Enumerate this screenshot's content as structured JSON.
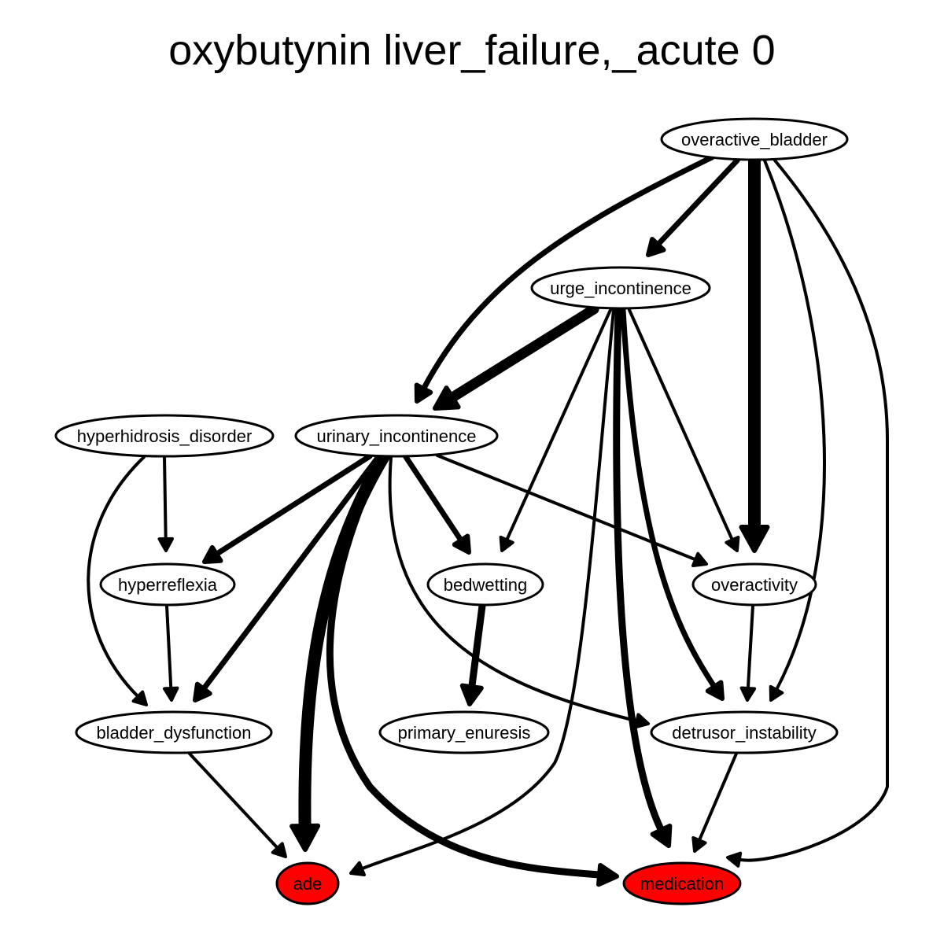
{
  "title": "oxybutynin liver_failure,_acute 0",
  "colors": {
    "node_fill": "#ffffff",
    "highlight_fill": "#ff0000",
    "edge": "#000000"
  },
  "nodes": [
    {
      "id": "overactive_bladder",
      "label": "overactive_bladder",
      "highlight": false
    },
    {
      "id": "urge_incontinence",
      "label": "urge_incontinence",
      "highlight": false
    },
    {
      "id": "hyperhidrosis_disorder",
      "label": "hyperhidrosis_disorder",
      "highlight": false
    },
    {
      "id": "urinary_incontinence",
      "label": "urinary_incontinence",
      "highlight": false
    },
    {
      "id": "hyperreflexia",
      "label": "hyperreflexia",
      "highlight": false
    },
    {
      "id": "bedwetting",
      "label": "bedwetting",
      "highlight": false
    },
    {
      "id": "overactivity",
      "label": "overactivity",
      "highlight": false
    },
    {
      "id": "bladder_dysfunction",
      "label": "bladder_dysfunction",
      "highlight": false
    },
    {
      "id": "primary_enuresis",
      "label": "primary_enuresis",
      "highlight": false
    },
    {
      "id": "detrusor_instability",
      "label": "detrusor_instability",
      "highlight": false
    },
    {
      "id": "ade",
      "label": "ade",
      "highlight": true
    },
    {
      "id": "medication",
      "label": "medication",
      "highlight": true
    }
  ],
  "edges": [
    {
      "source": "overactive_bladder",
      "target": "urge_incontinence",
      "weight": 2
    },
    {
      "source": "overactive_bladder",
      "target": "urinary_incontinence",
      "weight": 2
    },
    {
      "source": "overactive_bladder",
      "target": "overactivity",
      "weight": 5
    },
    {
      "source": "overactive_bladder",
      "target": "detrusor_instability",
      "weight": 1
    },
    {
      "source": "overactive_bladder",
      "target": "medication",
      "weight": 1
    },
    {
      "source": "urge_incontinence",
      "target": "urinary_incontinence",
      "weight": 4
    },
    {
      "source": "urge_incontinence",
      "target": "bedwetting",
      "weight": 1
    },
    {
      "source": "urge_incontinence",
      "target": "ade",
      "weight": 1
    },
    {
      "source": "urge_incontinence",
      "target": "overactivity",
      "weight": 1
    },
    {
      "source": "urge_incontinence",
      "target": "medication",
      "weight": 3
    },
    {
      "source": "urge_incontinence",
      "target": "detrusor_instability",
      "weight": 2
    },
    {
      "source": "hyperhidrosis_disorder",
      "target": "hyperreflexia",
      "weight": 1
    },
    {
      "source": "hyperhidrosis_disorder",
      "target": "bladder_dysfunction",
      "weight": 1
    },
    {
      "source": "urinary_incontinence",
      "target": "hyperreflexia",
      "weight": 2
    },
    {
      "source": "urinary_incontinence",
      "target": "bladder_dysfunction",
      "weight": 2
    },
    {
      "source": "urinary_incontinence",
      "target": "bedwetting",
      "weight": 2
    },
    {
      "source": "urinary_incontinence",
      "target": "overactivity",
      "weight": 1
    },
    {
      "source": "urinary_incontinence",
      "target": "ade",
      "weight": 5
    },
    {
      "source": "urinary_incontinence",
      "target": "medication",
      "weight": 3
    },
    {
      "source": "urinary_incontinence",
      "target": "detrusor_instability",
      "weight": 1
    },
    {
      "source": "hyperreflexia",
      "target": "bladder_dysfunction",
      "weight": 1
    },
    {
      "source": "bedwetting",
      "target": "primary_enuresis",
      "weight": 3
    },
    {
      "source": "overactivity",
      "target": "detrusor_instability",
      "weight": 1
    },
    {
      "source": "bladder_dysfunction",
      "target": "ade",
      "weight": 1
    },
    {
      "source": "detrusor_instability",
      "target": "medication",
      "weight": 1
    }
  ]
}
